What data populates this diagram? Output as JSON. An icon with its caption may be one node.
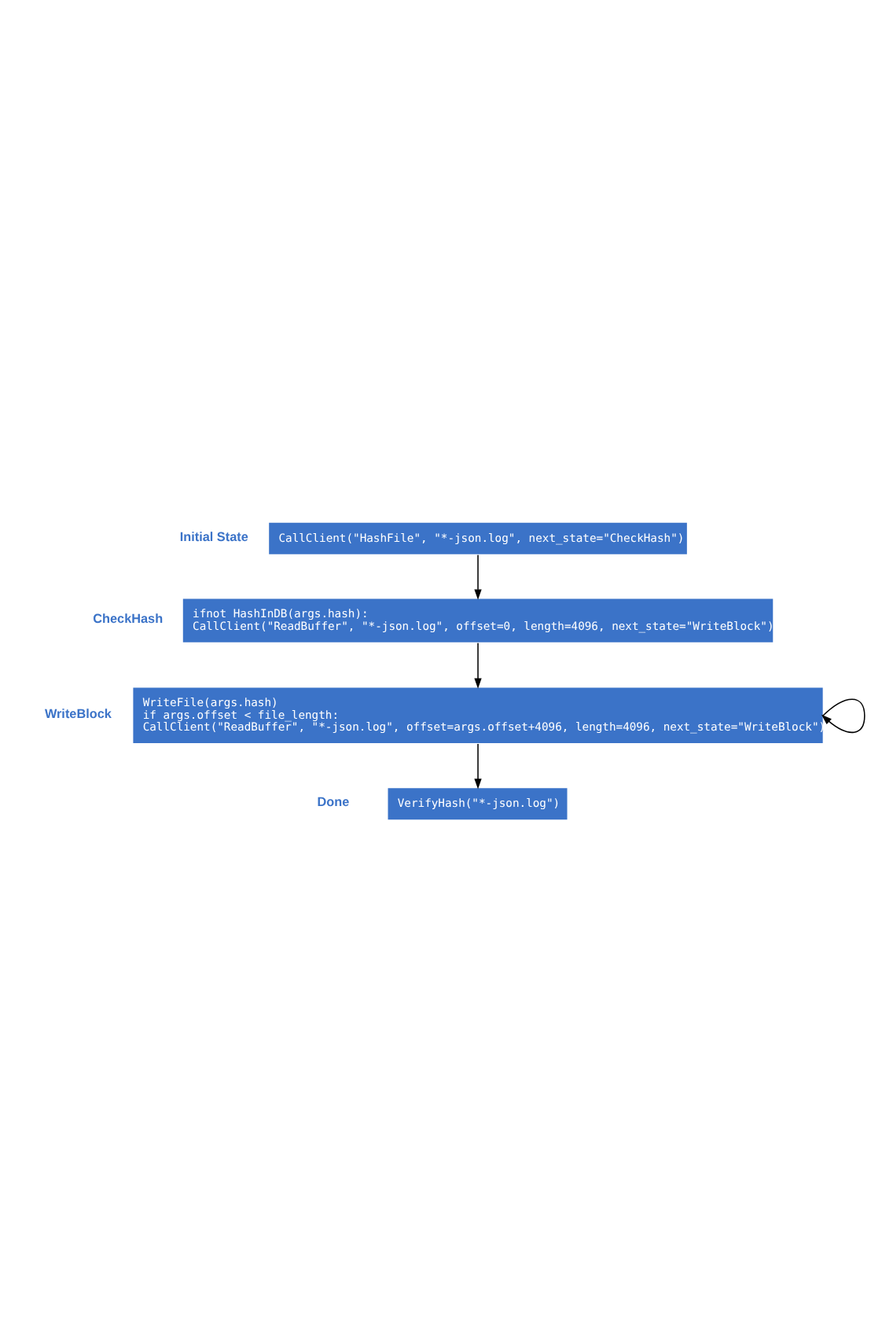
{
  "diagram": {
    "nodes": [
      {
        "text": [
          "CallClient(\"HashFile\", \"*-json.log\", next_state=\"CheckHash\")"
        ],
        "beside": [
          "Initial State"
        ]
      },
      {
        "text": [
          "ifnot HashInDB(args.hash):",
          "CallClient(\"ReadBuffer\", \"*-json.log\", offset=0, length=4096, next_state=\"WriteBlock\")"
        ],
        "beside": [
          "CheckHash"
        ]
      },
      {
        "text": [
          "WriteFile(args.hash)",
          "if args.offset < file_length:",
          "CallClient(\"ReadBuffer\", \"*-json.log\", offset=args.offset+4096, length=4096, next_state=\"WriteBlock\")"
        ],
        "beside": [
          "WriteBlock"
        ]
      },
      {
        "text": [
          "VerifyHash(\"*-json.log\")"
        ],
        "beside": [
          "Done"
        ]
      }
    ],
    "edges": [
      {
        "from": 0,
        "to": 1,
        "arrow": "to"
      },
      {
        "from": 1,
        "to": 2,
        "arrow": "to"
      },
      {
        "from": 2,
        "to": 2,
        "arrow": "to"
      },
      {
        "from": 2,
        "to": 3,
        "arrow": "to"
      }
    ]
  }
}
